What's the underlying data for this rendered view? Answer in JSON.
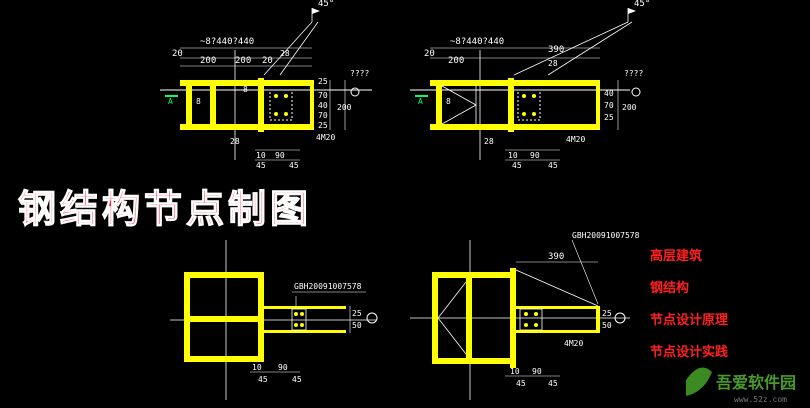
{
  "title": "钢结构节点制图",
  "notes": [
    "高层建筑",
    "钢结构",
    "节点设计原理",
    "节点设计实践"
  ],
  "detail_top_left": {
    "dims_top": [
      "~8?440?440",
      "20",
      "200",
      "200",
      "20"
    ],
    "dims_right": [
      "25",
      "70",
      "40",
      "70",
      "25",
      "200"
    ],
    "dims_bottom": [
      "10",
      "45",
      "90",
      "45"
    ],
    "labels": [
      "A",
      "8",
      "28",
      "28",
      "8",
      "4M20",
      "????"
    ],
    "angle": "45°"
  },
  "detail_top_right": {
    "dims_top": [
      "~8?440?440",
      "20",
      "200",
      "390"
    ],
    "dims_right": [
      "40",
      "70",
      "25",
      "200"
    ],
    "dims_bottom": [
      "10",
      "45",
      "90",
      "45"
    ],
    "labels": [
      "A",
      "8",
      "28",
      "28",
      "4M20",
      "????"
    ],
    "angle": "45°"
  },
  "detail_bottom_left": {
    "spec": "GBH20091007578",
    "dims_bottom": [
      "10",
      "45",
      "90",
      "45"
    ],
    "dims_right": [
      "25",
      "50"
    ]
  },
  "detail_bottom_right": {
    "spec": "GBH20091007578",
    "dim_top": "390",
    "dims_bottom": [
      "10",
      "45",
      "90",
      "45"
    ],
    "dims_right": [
      "25",
      "50"
    ],
    "labels": [
      "4M20"
    ]
  },
  "watermark": {
    "cn": "吾爱软件园",
    "url": "www.52z.com"
  },
  "colors": {
    "background": "#000000",
    "steel": "#ffff00",
    "lines": "#ffffff",
    "title": "#ff1e3c",
    "notes": "#ff2020",
    "accent": "#00ffff"
  }
}
